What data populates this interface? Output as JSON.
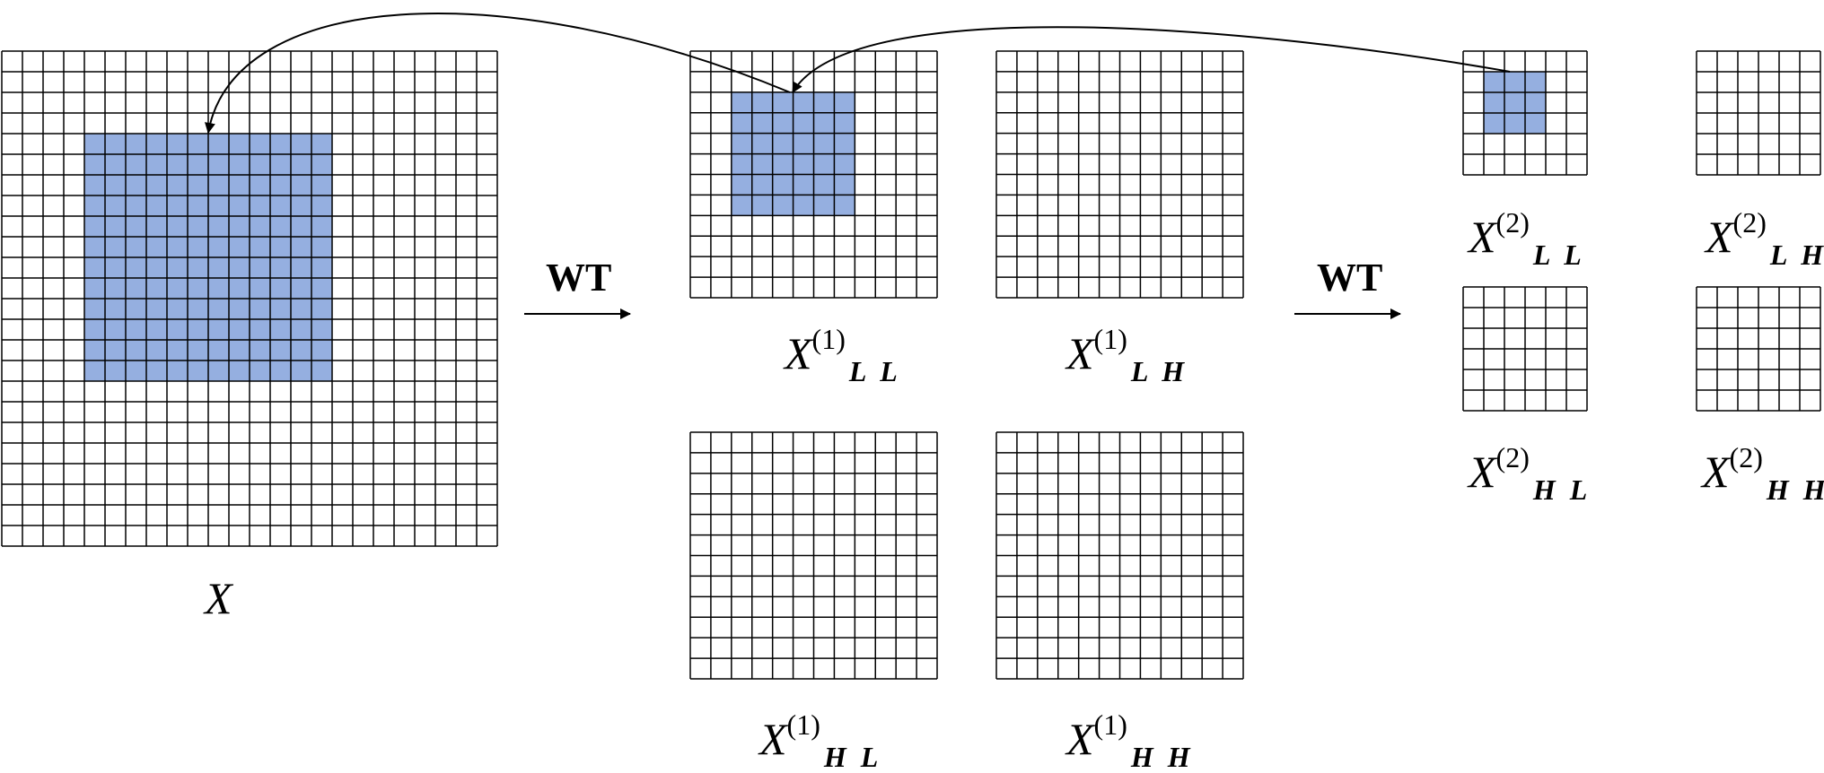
{
  "colors": {
    "grid_line": "#000000",
    "highlight_fill": "#95afe0",
    "arrow": "#000000"
  },
  "transforms": [
    {
      "id": "wt1",
      "label": "WT"
    },
    {
      "id": "wt2",
      "label": "WT"
    }
  ],
  "labels": {
    "x": {
      "base": "X"
    },
    "x1_ll": {
      "base": "X",
      "sup": "(1)",
      "sub": "L L"
    },
    "x1_lh": {
      "base": "X",
      "sup": "(1)",
      "sub": "L H"
    },
    "x1_hl": {
      "base": "X",
      "sup": "(1)",
      "sub": "H L"
    },
    "x1_hh": {
      "base": "X",
      "sup": "(1)",
      "sub": "H H"
    },
    "x2_ll": {
      "base": "X",
      "sup": "(2)",
      "sub": "L L"
    },
    "x2_lh": {
      "base": "X",
      "sup": "(2)",
      "sub": "L H"
    },
    "x2_hl": {
      "base": "X",
      "sup": "(2)",
      "sub": "H L"
    },
    "x2_hh": {
      "base": "X",
      "sup": "(2)",
      "sub": "H H"
    }
  },
  "grids": [
    {
      "id": "x",
      "cells": 24,
      "highlight": {
        "start": 4,
        "size": 12
      }
    },
    {
      "id": "x1_ll",
      "cells": 12,
      "highlight": {
        "start": 2,
        "size": 6
      }
    },
    {
      "id": "x1_lh",
      "cells": 12
    },
    {
      "id": "x1_hl",
      "cells": 12
    },
    {
      "id": "x1_hh",
      "cells": 12
    },
    {
      "id": "x2_ll",
      "cells": 6,
      "highlight": {
        "start": 1,
        "size": 3
      }
    },
    {
      "id": "x2_lh",
      "cells": 6
    },
    {
      "id": "x2_hl",
      "cells": 6
    },
    {
      "id": "x2_hh",
      "cells": 6
    }
  ]
}
